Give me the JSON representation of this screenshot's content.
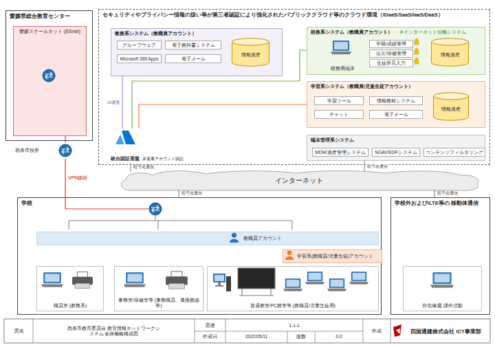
{
  "diagram": {
    "nodes": [
      {
        "text": [
          "愛媛県総合教育センター"
        ]
      },
      {
        "text": [
          "愛媛スクールネット (ESnet)"
        ],
        "in": 0
      },
      {
        "text": [
          "西条市役所"
        ]
      },
      {
        "text": [
          "セキュリティやプライバシー情報の扱い等が第三者認証により強化されたパブリッククラウド等のクラウド環境（IDaaS/SaaS/IaaS/DaaS）"
        ]
      },
      {
        "text": [
          "教務系システム（教職員アカウント）"
        ],
        "in": 3
      },
      {
        "text": [
          "グループウェア"
        ],
        "in": 4
      },
      {
        "text": [
          "電子教科書システム"
        ],
        "in": 4
      },
      {
        "text": [
          "Microsoft 365 Apps"
        ],
        "in": 4
      },
      {
        "text": [
          "電子メール"
        ],
        "in": 4
      },
      {
        "text": [
          "情報資産"
        ],
        "in": 4
      },
      {
        "text": [
          "校務系システム（教職員アカウント）",
          "※インターネット分離システム"
        ],
        "in": 3
      },
      {
        "text": [
          "校務用端末"
        ],
        "in": 10
      },
      {
        "text": [
          "学籍/成績管理"
        ],
        "in": 10
      },
      {
        "text": [
          "出欠/保健管理"
        ],
        "in": 10
      },
      {
        "text": [
          "生徒所見入力"
        ],
        "in": 10
      },
      {
        "text": [
          "情報資産"
        ],
        "in": 10
      },
      {
        "text": [
          "学習系システム（教職員/児童生徒アカウント）"
        ],
        "in": 3
      },
      {
        "text": [
          "学習ツール"
        ],
        "in": 16
      },
      {
        "text": [
          "情報教材システム"
        ],
        "in": 16
      },
      {
        "text": [
          "チャット"
        ],
        "in": 16
      },
      {
        "text": [
          "電子メール"
        ],
        "in": 16
      },
      {
        "text": [
          "情報資産"
        ],
        "in": 16
      },
      {
        "text": [
          "端末管理系システム"
        ],
        "in": 3
      },
      {
        "text": [
          "MDM/資産管理システム"
        ],
        "in": 22
      },
      {
        "text": [
          "NGAV/EDRシステム"
        ],
        "in": 22
      },
      {
        "text": [
          "コンテンツフィルタリング"
        ],
        "in": 22
      },
      {
        "text": [
          "統合認証基盤",
          "多要素アカウント認証"
        ],
        "in": 3
      },
      {
        "text": [
          "インターネット"
        ]
      },
      {
        "text": [
          "学校"
        ]
      },
      {
        "text": [
          "教職員アカウント"
        ],
        "in": 28
      },
      {
        "text": [
          "学習系(教職員/児童生徒)アカウント"
        ],
        "in": 28
      },
      {
        "text": [
          "職員室 (教務系)"
        ],
        "in": 28
      },
      {
        "text": [
          "事務室/保健室等 (事務職員、養護教諭等)"
        ],
        "in": 28
      },
      {
        "text": [
          "普通教室/PC教室等 (教職員/児童生徒用)"
        ],
        "in": 28
      },
      {
        "text": [
          "学校外および/LTE等の 移動体通信"
        ]
      },
      {
        "text": [
          "自宅/家庭 課外活動"
        ],
        "in": 34
      }
    ],
    "edges": [
      {
        "from": 1,
        "to": 2,
        "arrow": "none"
      },
      {
        "from": 2,
        "to": 28,
        "label": "VPN接続",
        "arrow": "none"
      },
      {
        "from": 26,
        "to": 4,
        "label": "ID連携",
        "arrow": "none"
      },
      {
        "from": 26,
        "to": 10,
        "arrow": "none"
      },
      {
        "from": 26,
        "to": 16,
        "arrow": "none"
      },
      {
        "from": 26,
        "to": 27,
        "label": "暗号化通信",
        "arrow": "none"
      },
      {
        "from": 22,
        "to": 27,
        "label": "暗号化通信",
        "arrow": "none"
      },
      {
        "from": 27,
        "to": 28,
        "label": "暗号化通信",
        "arrow": "none"
      },
      {
        "from": 27,
        "to": 34,
        "label": "暗号化通信",
        "arrow": "none"
      }
    ],
    "labels": [
      "図名",
      "西条市教育委員会 教育情報ネットワークシステム 全体概略構成図",
      "図番",
      "1-1-1",
      "作成日",
      "2022/05/11",
      "版数",
      "0.0",
      "作成",
      "四国通建株式会社 ICT事業部"
    ]
  }
}
